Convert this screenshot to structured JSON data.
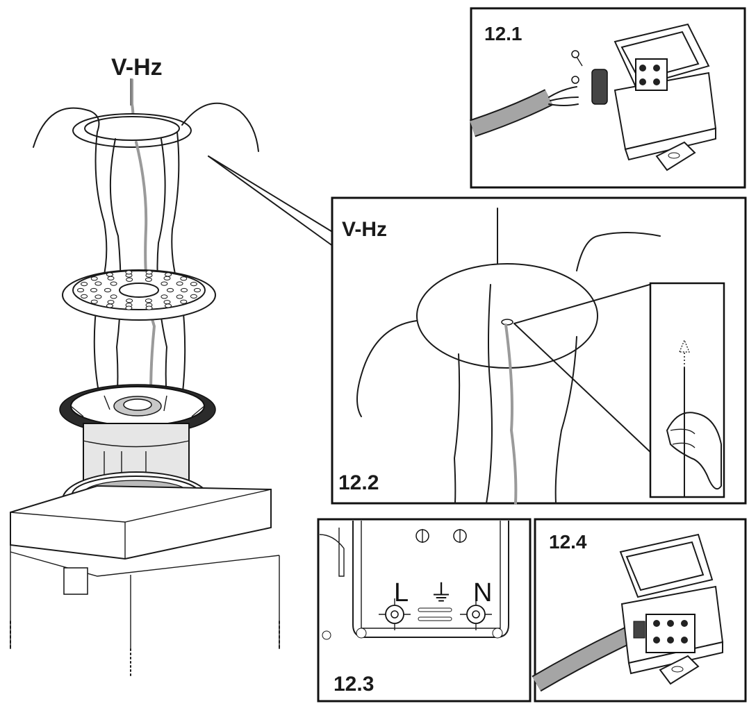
{
  "labels": {
    "main_supply": "V-Hz",
    "detail_supply": "V-Hz"
  },
  "panels": [
    {
      "id": "12.1",
      "label": "12.1"
    },
    {
      "id": "12.2",
      "label": "12.2"
    },
    {
      "id": "12.3",
      "label": "12.3"
    },
    {
      "id": "12.4",
      "label": "12.4"
    }
  ],
  "terminals": {
    "live": "L",
    "earth": "⏚",
    "neutral": "N"
  },
  "colors": {
    "line": "#1a1a1a",
    "supply_cable": "#9a9a9a",
    "background": "#ffffff"
  }
}
